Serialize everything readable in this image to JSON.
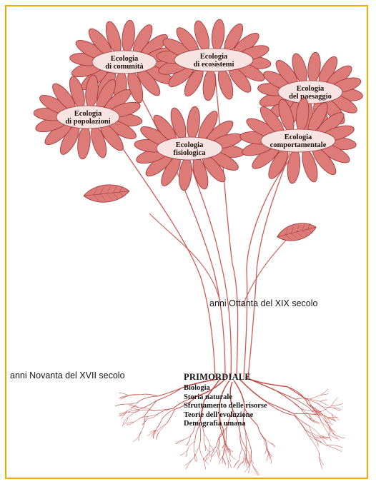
{
  "frame_color": "#f2a900",
  "petal_fill": "#dc7b78",
  "petal_stroke": "#a13c3c",
  "center_fill": "#f7e4e2",
  "stem_color": "#cf5a55",
  "root_color": "#c0423b",
  "flowers": [
    {
      "id": "comunita",
      "lines": [
        "Ecologia",
        "di comunità"
      ]
    },
    {
      "id": "ecosistemi",
      "lines": [
        "Ecologia",
        "di ecosistemi"
      ]
    },
    {
      "id": "paesaggio",
      "lines": [
        "Ecologia",
        "del paesaggio"
      ]
    },
    {
      "id": "popolazioni",
      "lines": [
        "Ecologia",
        "di popolazioni"
      ]
    },
    {
      "id": "fisiologica",
      "lines": [
        "Ecologia",
        "fisiologica"
      ]
    },
    {
      "id": "comportamentale",
      "lines": [
        "Ecologia",
        "comportamentale"
      ]
    }
  ],
  "era_labels": {
    "eighties": "anni Ottanta del XIX secolo",
    "nineties": "anni Novanta del XVII secolo"
  },
  "roots": {
    "title": "PRIMORDIALE",
    "items": [
      "Biologia",
      "Storia naturale",
      "Sfruttamento delle risorse",
      "Teorie dell'evoluzione",
      "Demografia umana"
    ]
  }
}
